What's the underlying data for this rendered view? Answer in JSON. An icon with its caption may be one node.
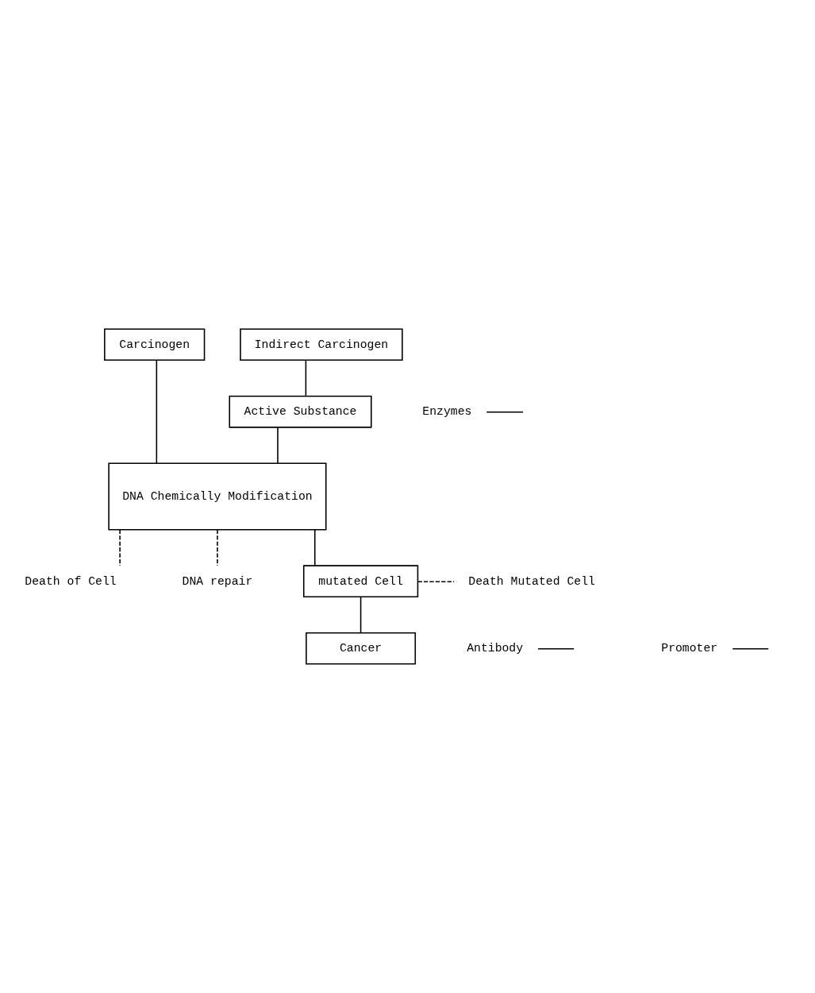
{
  "diagram": {
    "nodes": [
      {
        "text": [
          "Carcinogen"
        ]
      },
      {
        "text": [
          "Indirect Carcinogen"
        ]
      },
      {
        "text": [
          "Enzymes"
        ]
      },
      {
        "text": [
          "Active Substance"
        ]
      },
      {
        "text": [
          "DNA Chemically Modification"
        ]
      },
      {
        "text": [
          "Death of Cell"
        ]
      },
      {
        "text": [
          "DNA repair"
        ]
      },
      {
        "text": [
          "mutated Cell"
        ]
      },
      {
        "text": [
          "Death Mutated Cell"
        ]
      },
      {
        "text": [
          "Antibody"
        ]
      },
      {
        "text": [
          "Promoter"
        ]
      },
      {
        "text": [
          "Cancer"
        ]
      }
    ],
    "edges": [
      {
        "from": 0,
        "to": 4,
        "arrow": "none"
      },
      {
        "from": 1,
        "to": 3,
        "arrow": "none"
      },
      {
        "from": 2,
        "to": null,
        "arrow": "none"
      },
      {
        "from": 3,
        "to": 4,
        "arrow": "none"
      },
      {
        "from": 4,
        "to": 5,
        "arrow": "none",
        "style": "dashed"
      },
      {
        "from": 4,
        "to": 6,
        "arrow": "none",
        "style": "dashed"
      },
      {
        "from": 4,
        "to": 7,
        "arrow": "none"
      },
      {
        "from": 7,
        "to": 8,
        "arrow": "none",
        "style": "dashed"
      },
      {
        "from": 9,
        "to": null,
        "arrow": "none"
      },
      {
        "from": 10,
        "to": null,
        "arrow": "none"
      },
      {
        "from": 7,
        "to": 11,
        "arrow": "none"
      }
    ]
  }
}
